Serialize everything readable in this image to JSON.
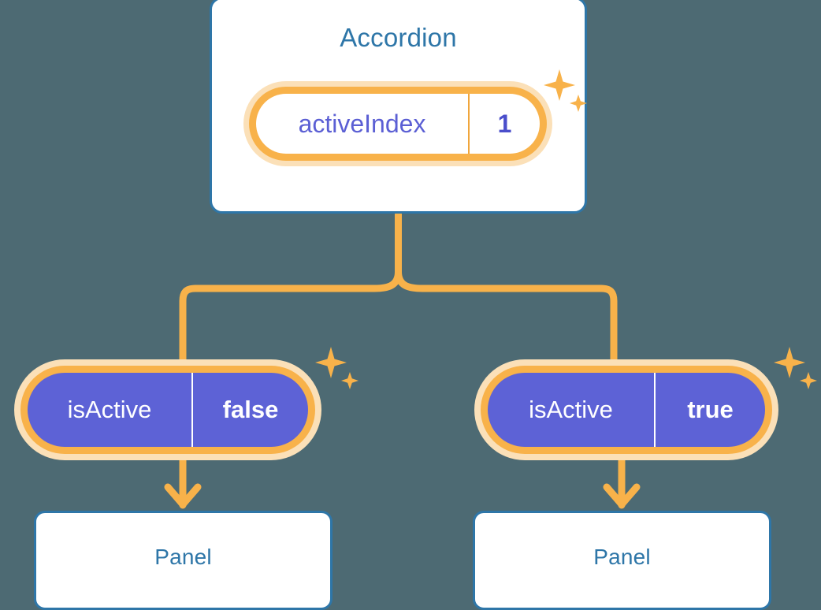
{
  "theme": {
    "background": "#4d6a73",
    "card_background": "#ffffff",
    "card_border": "#2e76a8",
    "title_text": "#2e76a8",
    "pill_ring": "#f8b24a",
    "pill_halo": "#fbe0b8",
    "pill_purple_fill": "#5d62d6",
    "pill_purple_text": "#ffffff",
    "pill_white_key_text": "#5b5fd4",
    "pill_white_value_text": "#4a4ecb",
    "connector": "#f8b24a",
    "sparkle": "#f8b köz24a"
  },
  "diagram": {
    "type": "component-tree",
    "root": {
      "id": "accordion",
      "title": "Accordion",
      "state": {
        "key": "activeIndex",
        "value": "1",
        "style": "white"
      },
      "sparkle": true
    },
    "children": [
      {
        "id": "panel-left",
        "state": {
          "key": "isActive",
          "value": "false",
          "style": "purple"
        },
        "sparkle": true,
        "child": {
          "id": "panel-card-left",
          "title": "Panel"
        }
      },
      {
        "id": "panel-right",
        "state": {
          "key": "isActive",
          "value": "true",
          "style": "purple"
        },
        "sparkle": true,
        "child": {
          "id": "panel-card-right",
          "title": "Panel"
        }
      }
    ]
  },
  "icons": {
    "sparkle_large": "four-point-star",
    "sparkle_small": "four-point-star"
  }
}
